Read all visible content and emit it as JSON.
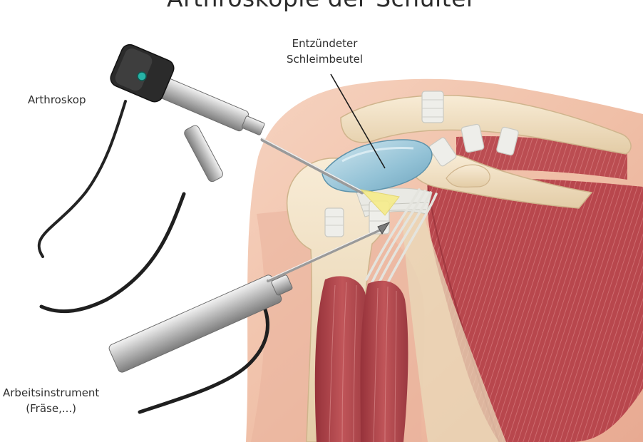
{
  "title": "Arthroskopie der Schulter",
  "labels": {
    "bursa_line1": "Entzündeter",
    "bursa_line2": "Schleimbeutel",
    "arthroscope": "Arthroskop",
    "instrument_line1": "Arbeitsinstrument",
    "instrument_line2": "(Fräse,...)"
  },
  "colors": {
    "skin": "#f0c2ac",
    "bone": "#f1e2c5",
    "bursa": "#9cc7d8",
    "muscle": "#b7474c",
    "ligament": "#e6e6e2",
    "steel": "#c9c9c9",
    "light_cone": "#f6ec8a"
  }
}
